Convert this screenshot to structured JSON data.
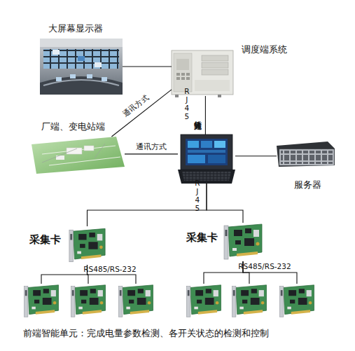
{
  "diagram": {
    "caption": "前端智能单元：完成电量参数检测、各开关状态的检测和控制",
    "nodes": [
      {
        "text": [
          "大屏幕显示器"
        ]
      },
      {
        "text": [
          "调度端系统"
        ]
      },
      {
        "text": [
          "厂端、变电站端"
        ]
      },
      {
        "text": []
      },
      {
        "text": [
          "服务器"
        ]
      },
      {
        "text": [
          "采集卡"
        ]
      },
      {
        "text": [
          "采集卡"
        ]
      },
      {
        "text": []
      },
      {
        "text": []
      },
      {
        "text": []
      },
      {
        "text": []
      },
      {
        "text": []
      },
      {
        "text": []
      }
    ],
    "edges": [
      {
        "from": 0,
        "to": 1,
        "arrow": "none"
      },
      {
        "from": 2,
        "to": 1,
        "label": "通讯方式",
        "arrow": "none"
      },
      {
        "from": 2,
        "to": 3,
        "label": "通讯方式",
        "arrow": "none"
      },
      {
        "from": 1,
        "to": 3,
        "label": "光纤等通信方式",
        "arrow": "none"
      },
      {
        "from": 3,
        "to": 4,
        "arrow": "none"
      },
      {
        "from": 3,
        "to": 5,
        "arrow": "none"
      },
      {
        "from": 3,
        "to": 6,
        "arrow": "none"
      },
      {
        "from": 5,
        "to": 7,
        "arrow": "none"
      },
      {
        "from": 5,
        "to": 8,
        "arrow": "none"
      },
      {
        "from": 5,
        "to": 9,
        "arrow": "none"
      },
      {
        "from": 6,
        "to": 10,
        "arrow": "none"
      },
      {
        "from": 6,
        "to": 11,
        "arrow": "none"
      },
      {
        "from": 6,
        "to": 12,
        "arrow": "none"
      }
    ],
    "labels": [
      "RJ45",
      "RJ45",
      "RS485/RS-232",
      "RS485/RS-232"
    ]
  }
}
